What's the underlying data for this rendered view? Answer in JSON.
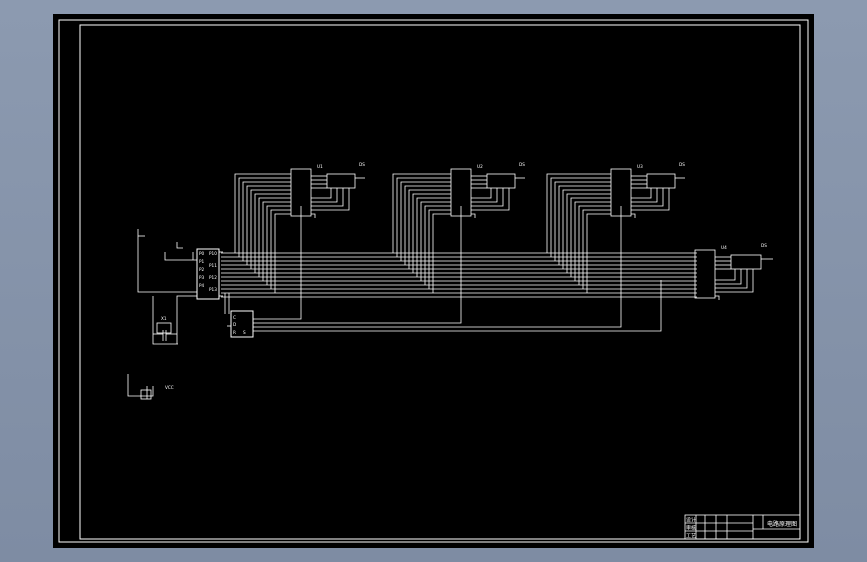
{
  "drawing": {
    "background_color": "#000000",
    "page_color": "#8593aa",
    "line_color": "#ffffff"
  },
  "components": {
    "mcu": {
      "pins_left": [
        "P0",
        "P1",
        "P2",
        "P3",
        "P4"
      ],
      "pins_right": [
        "P10",
        "P11",
        "P12",
        "P13"
      ]
    },
    "sub_ic": {
      "pins": [
        "C",
        "D",
        "R",
        "S"
      ]
    },
    "crystal": {
      "designator": "X1"
    },
    "power": {
      "designator": "VCC"
    },
    "display_modules": [
      {
        "designator": "U1",
        "net": "DS"
      },
      {
        "designator": "U2",
        "net": "DS"
      },
      {
        "designator": "U3",
        "net": "DS"
      },
      {
        "designator": "U4",
        "net": "DS"
      }
    ]
  },
  "title_block": {
    "rows": [
      "设计",
      "审核",
      "工艺"
    ],
    "title": "电路原理图"
  }
}
